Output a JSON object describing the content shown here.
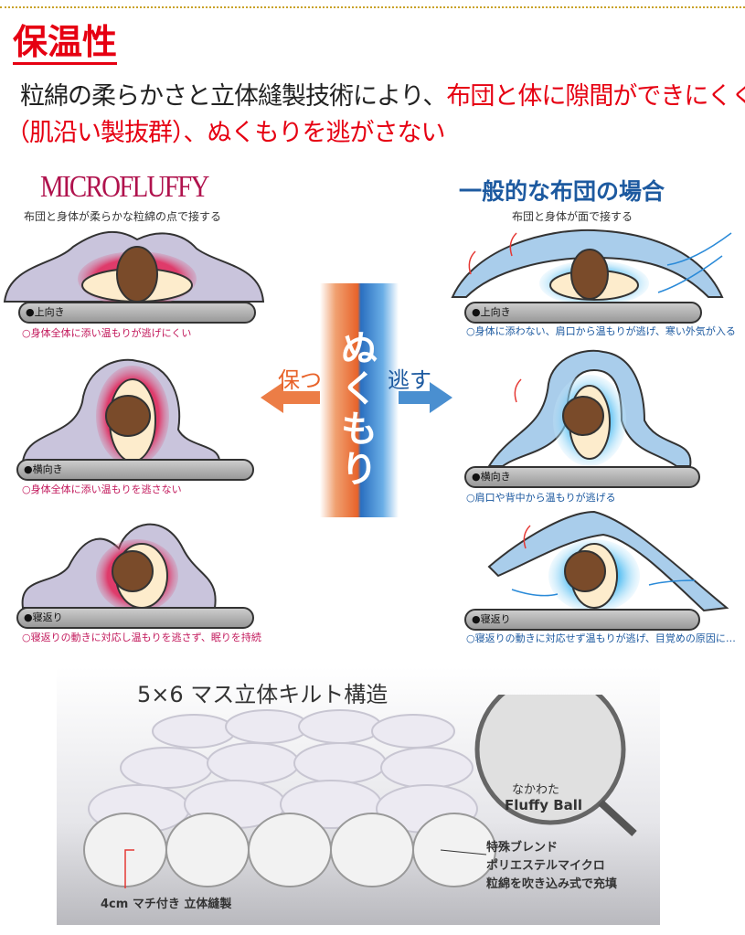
{
  "title": "保温性",
  "lead": {
    "line1_black": "粒綿の柔らかさと立体縫製技術により、",
    "line1_red": "布団と体に隙間ができにくく",
    "line2_red": "（肌沿い製抜群）、ぬくもりを逃がさない"
  },
  "left": {
    "brand": "MICROFLUFFY",
    "subtitle": "布団と身体が柔らかな粒綿の点で接する",
    "panels": [
      {
        "pos": "●上向き",
        "caption": "○身体全体に添い温もりが逃げにくい"
      },
      {
        "pos": "●横向き",
        "caption": "○身体全体に添い温もりを逃さない"
      },
      {
        "pos": "●寝返り",
        "caption": "○寝返りの動きに対応し温もりを逃さず、眠りを持続"
      }
    ]
  },
  "right": {
    "heading": "一般的な布団の場合",
    "subtitle": "布団と身体が面で接する",
    "panels": [
      {
        "pos": "●上向き",
        "caption": "○身体に添わない、肩口から温もりが逃げ、寒い外気が入る"
      },
      {
        "pos": "●横向き",
        "caption": "○肩口や背中から温もりが逃げる"
      },
      {
        "pos": "●寝返り",
        "caption": "○寝返りの動きに対応せず温もりが逃げ、目覚めの原因に…"
      }
    ]
  },
  "center": {
    "word": "ぬくもり",
    "keep": "保つ",
    "escape": "逃す"
  },
  "quilt": {
    "title": "5×6 マス立体キルト構造",
    "magnifier_label1": "なかわた",
    "magnifier_label2": "Fluffy Ball",
    "blend": [
      "特殊ブレンド",
      "ポリエステルマイクロ",
      "粒綿を吹き込み式で充填"
    ],
    "gusset": "4cm マチ付き 立体縫製"
  },
  "colors": {
    "red": "#e60012",
    "blue": "#1d5aa0",
    "magenta": "#b0124d"
  }
}
